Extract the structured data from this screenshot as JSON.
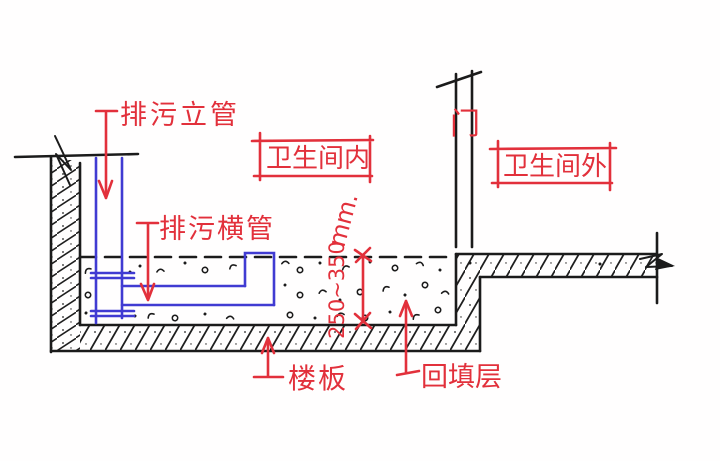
{
  "labels": {
    "soil_stack": "排污立管",
    "horizontal_drain": "排污横管",
    "bathroom_inside": "卫生间内",
    "bathroom_outside": "卫生间外",
    "door": "门",
    "floor_slab": "楼板",
    "backfill_layer": "回填层"
  },
  "dimension": {
    "value": "250~350",
    "unit": "mm."
  },
  "colors": {
    "annotation_red": "#e2303b",
    "pipe_blue": "#403bd2",
    "line_black": "#1b1b1b"
  }
}
